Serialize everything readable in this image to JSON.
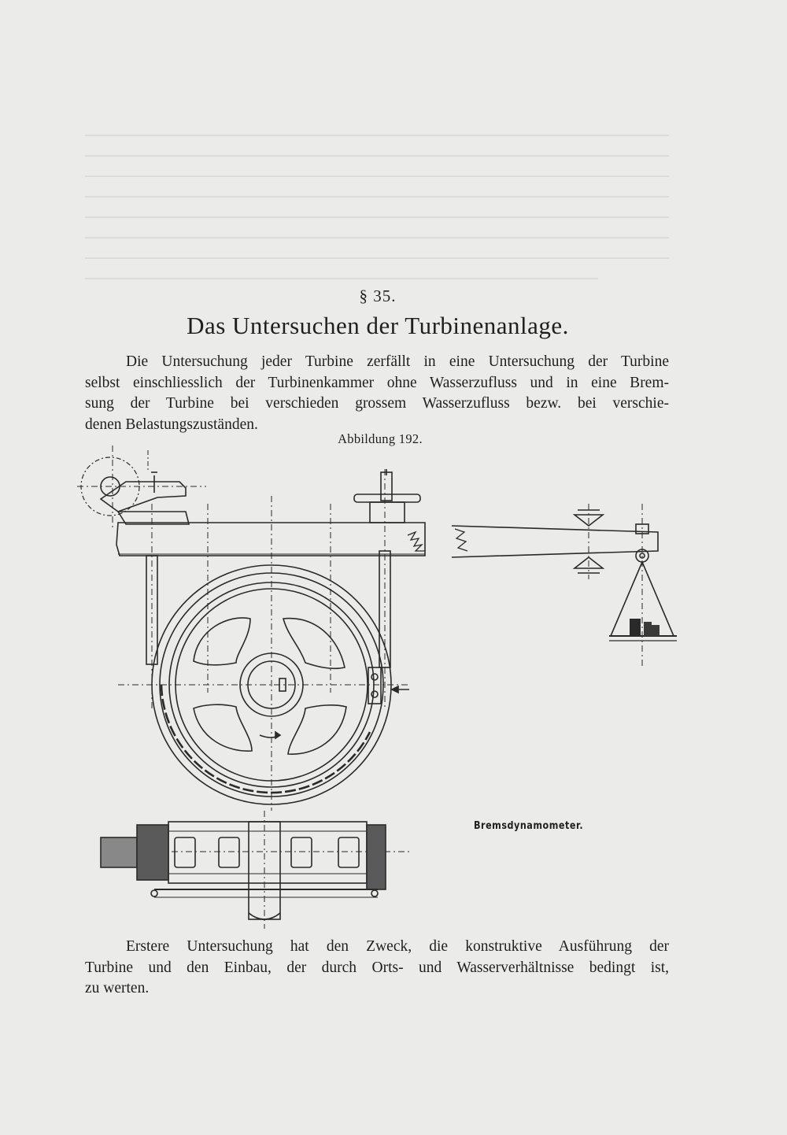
{
  "document": {
    "section_number": "§ 35.",
    "title": "Das Untersuchen der Turbinenanlage.",
    "intro_lines": [
      "Die Untersuchung jeder Turbine zerfällt in eine Untersuchung der Turbine",
      "selbst einschliesslich der Turbinenkammer ohne Wasserzufluss und in eine Brem-",
      "sung der Turbine bei verschieden grossem Wasserzufluss bezw. bei verschie-",
      "denen Belastungszuständen."
    ],
    "figure": {
      "caption": "Abbildung 192.",
      "label": "Bremsdynamometer."
    },
    "closing_lines": [
      "Erstere Untersuchung hat den Zweck, die konstruktive Ausführung der",
      "Turbine und den Einbau, der durch Orts- und Wasserverhältnisse bedingt ist,",
      "zu werten."
    ]
  },
  "colors": {
    "paper": "#ebebe9",
    "ink": "#1f1f1f",
    "line_art": "#2a2a2a"
  }
}
